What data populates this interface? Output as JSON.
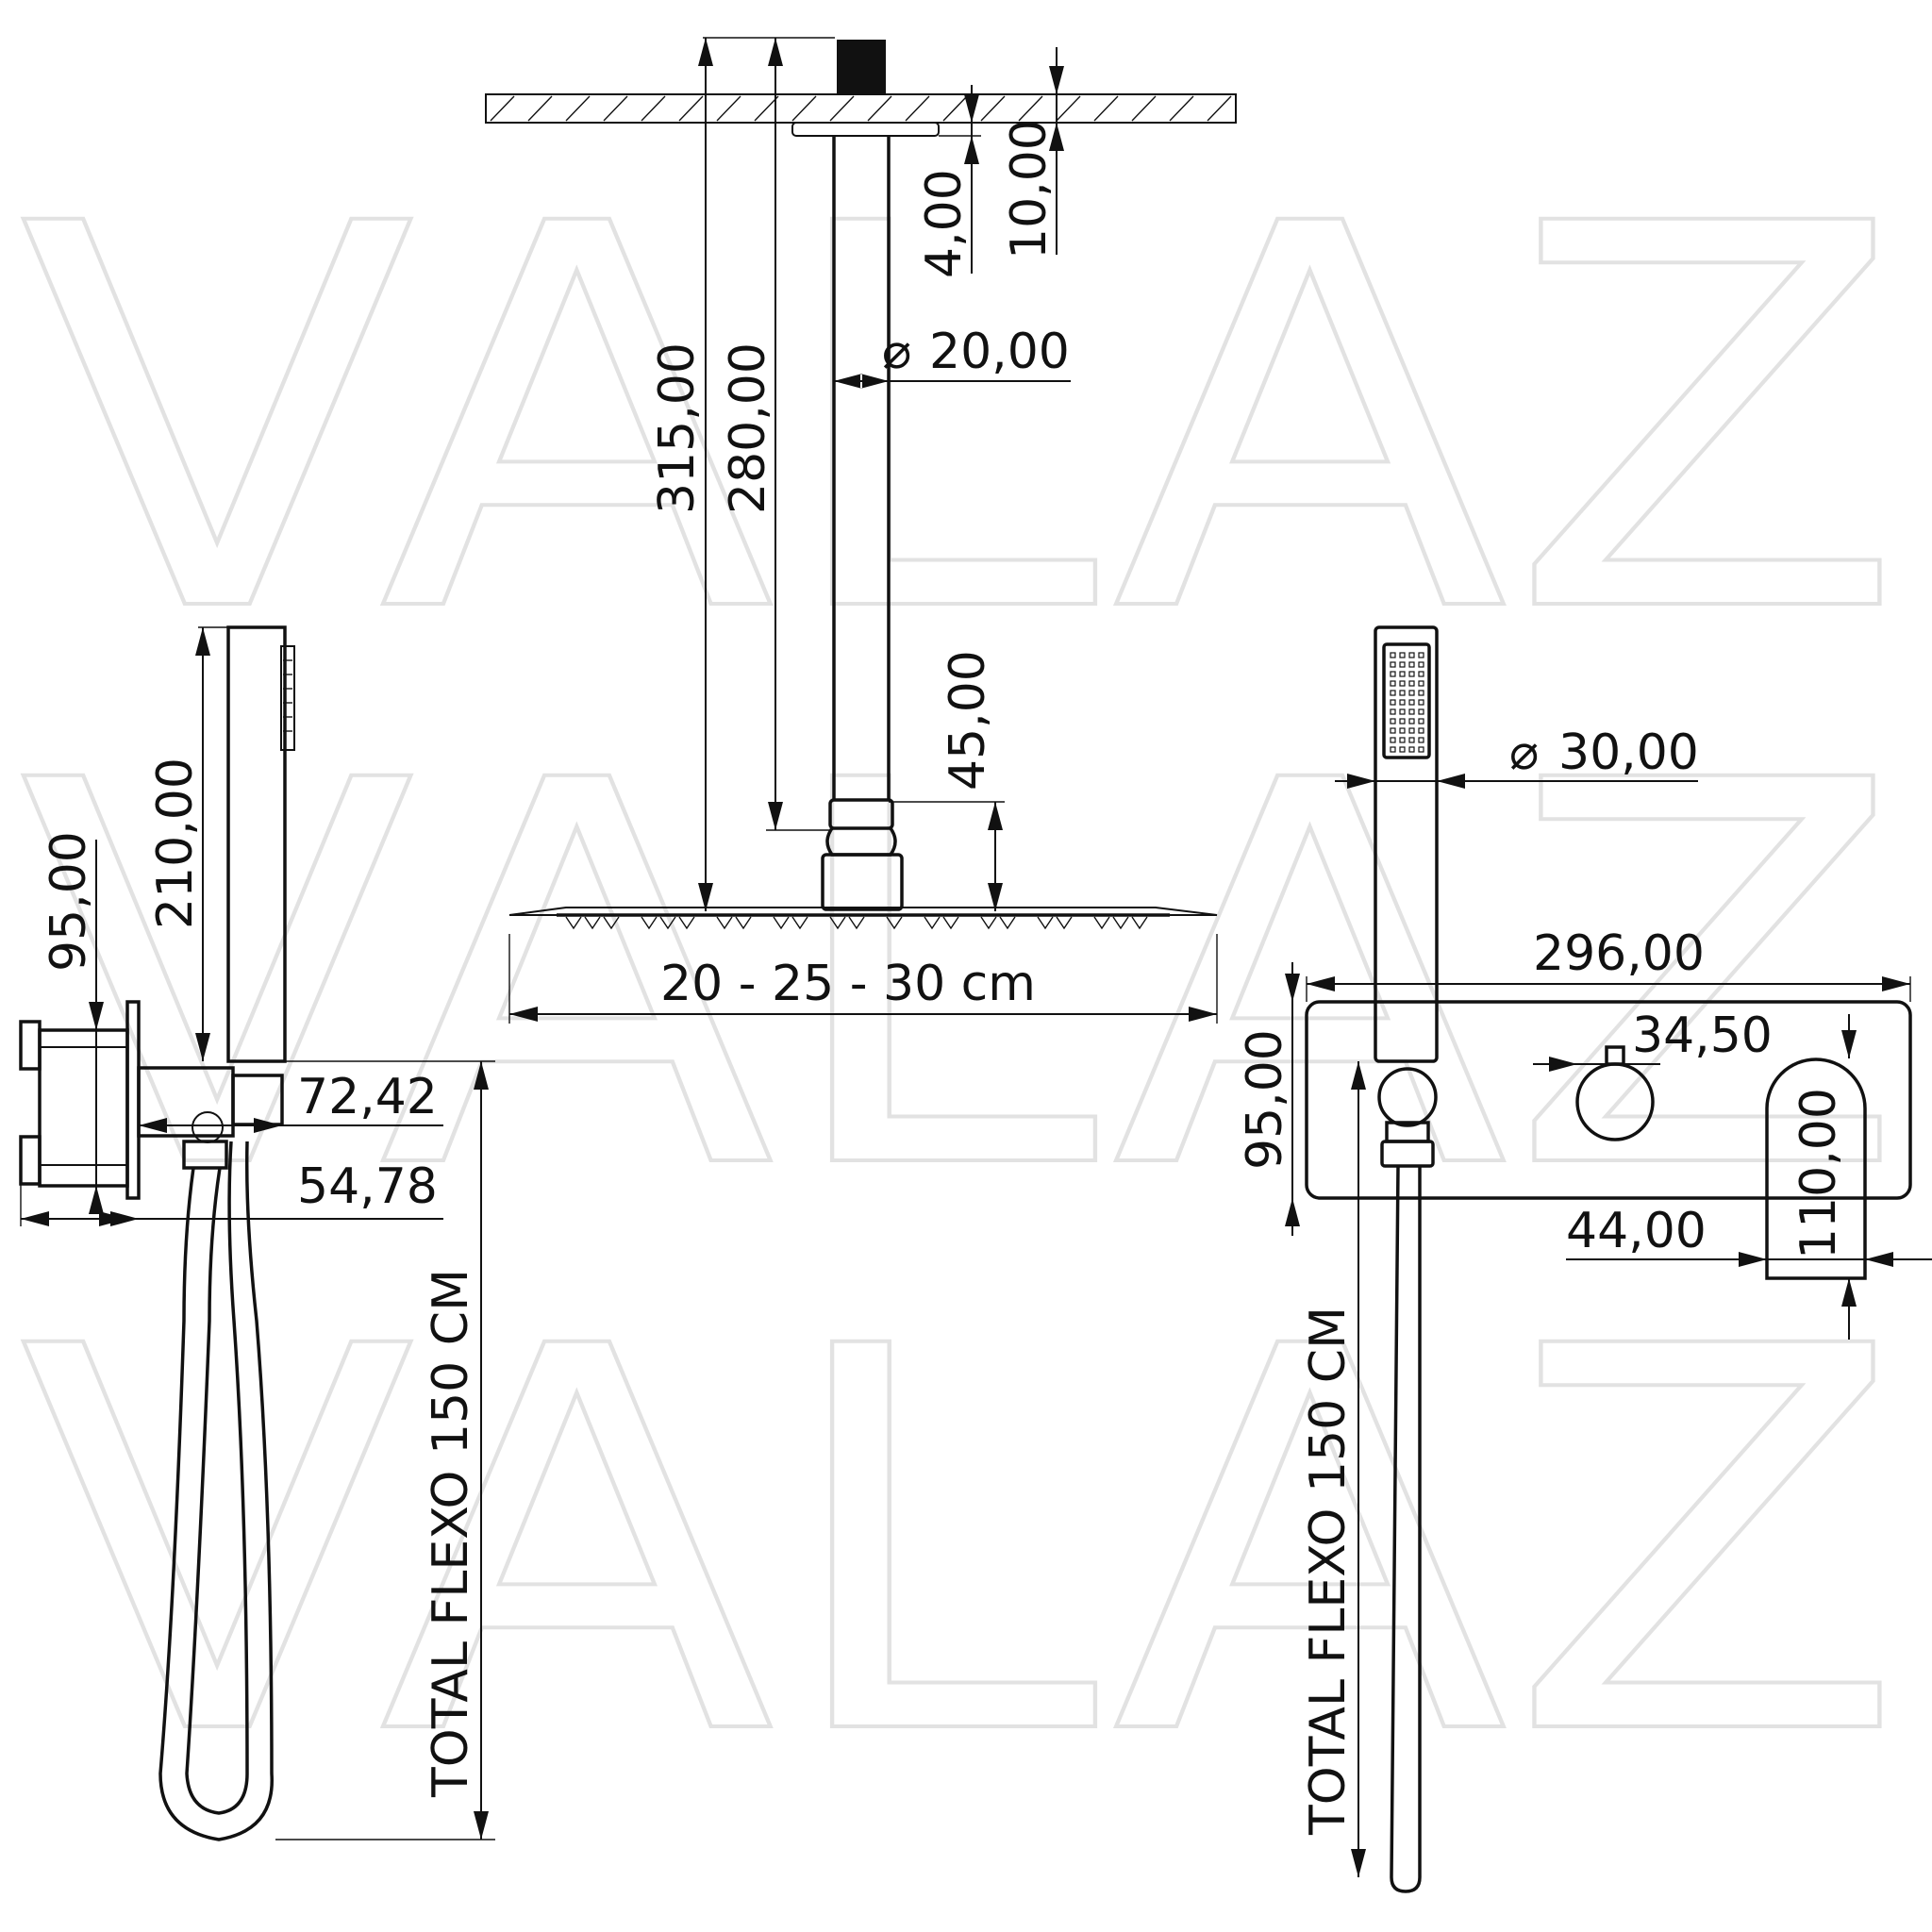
{
  "watermark": {
    "rows": [
      "VALAZ",
      "VALAZ",
      "VALAZ"
    ]
  },
  "ceiling_shower": {
    "total_height": "315,00",
    "arm_length": "280,00",
    "flange_thickness": "4,00",
    "ceiling_thickness": "10,00",
    "arm_diameter": "20,00",
    "connector_height": "45,00",
    "head_size": "20 - 25 - 30 cm"
  },
  "side_view": {
    "box_height": "95,00",
    "handset_length": "210,00",
    "projection_total": "72,42",
    "projection_body": "54,78",
    "hose_length": "TOTAL FLEXO 150 CM"
  },
  "front_view": {
    "plate_width": "296,00",
    "plate_height": "95,00",
    "handset_diameter": "30,00",
    "knob_diameter": "34,50",
    "spout_height": "110,00",
    "spout_width": "44,00",
    "hose_length": "TOTAL FLEXO 150 CM"
  },
  "symbols": {
    "diameter": "⌀"
  }
}
